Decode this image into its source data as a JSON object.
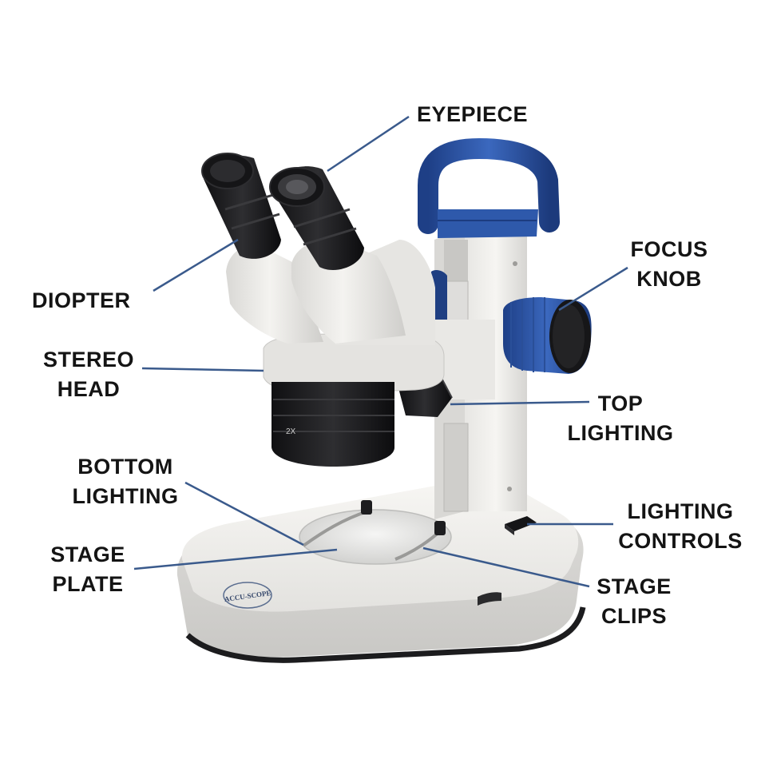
{
  "labels": {
    "eyepiece": {
      "lines": [
        "EYEPIECE"
      ]
    },
    "focus_knob": {
      "lines": [
        "FOCUS",
        "KNOB"
      ]
    },
    "diopter": {
      "lines": [
        "DIOPTER"
      ]
    },
    "stereo_head": {
      "lines": [
        "STEREO",
        "HEAD"
      ]
    },
    "top_lighting": {
      "lines": [
        "TOP",
        "LIGHTING"
      ]
    },
    "bottom_lighting": {
      "lines": [
        "BOTTOM",
        "LIGHTING"
      ]
    },
    "lighting_controls": {
      "lines": [
        "LIGHTING",
        "CONTROLS"
      ]
    },
    "stage_plate": {
      "lines": [
        "STAGE",
        "PLATE"
      ]
    },
    "stage_clips": {
      "lines": [
        "STAGE",
        "CLIPS"
      ]
    }
  },
  "objective_mark": "2X",
  "brand_logo_text": "ACCU-SCOPE",
  "colors": {
    "leader_line": "#3a5a8c",
    "body_white": "#ecebe8",
    "blue_accent": "#2f57a8",
    "black_parts": "#1b1b1d"
  }
}
